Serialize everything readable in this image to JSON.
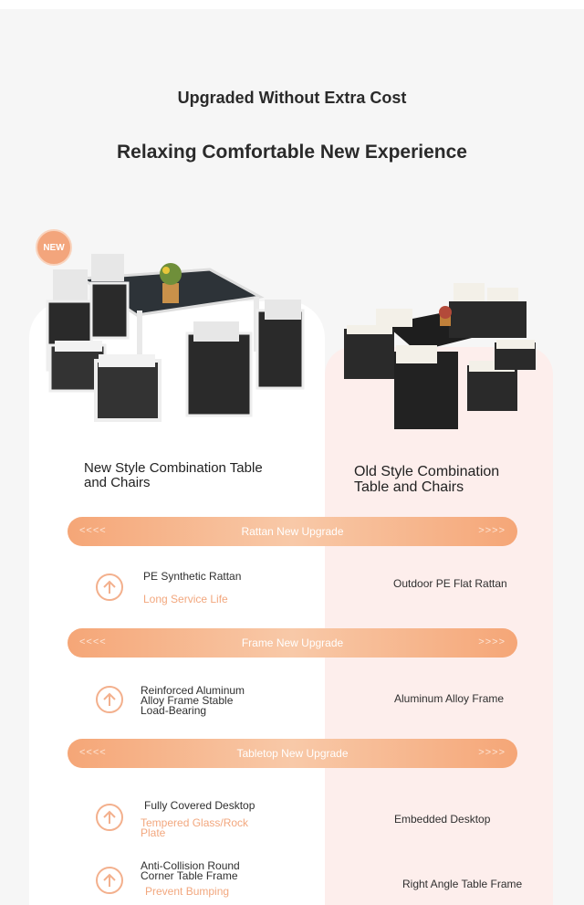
{
  "header": {
    "line1": "Upgraded Without Extra Cost",
    "line2": "Relaxing Comfortable New Experience"
  },
  "badge": {
    "label": "NEW"
  },
  "columns": {
    "new_title": "New Style Combination Table and Chairs",
    "old_title": "Old Style Combination Table and Chairs"
  },
  "bars": [
    {
      "label": "Rattan New Upgrade",
      "left_arrows": "<<<<",
      "right_arrows": ">>>>"
    },
    {
      "label": "Frame New Upgrade",
      "left_arrows": "<<<<",
      "right_arrows": ">>>>"
    },
    {
      "label": "Tabletop New Upgrade",
      "left_arrows": "<<<<",
      "right_arrows": ">>>>"
    }
  ],
  "features": [
    {
      "new": "PE Synthetic Rattan",
      "sub": "Long Service Life",
      "old": "Outdoor PE Flat Rattan"
    },
    {
      "new": "Reinforced Aluminum Alloy Frame Stable Load-Bearing",
      "sub": "",
      "old": "Aluminum Alloy Frame"
    },
    {
      "new": "Fully Covered Desktop",
      "sub": "Tempered Glass/Rock Plate",
      "old": "Embedded Desktop"
    },
    {
      "new": "Anti-Collision Round Corner Table Frame",
      "sub": "Prevent Bumping",
      "old": "Right Angle Table Frame"
    }
  ],
  "colors": {
    "accent": "#f5a677",
    "old_bg": "#fdeeec"
  },
  "icons": [
    "arrow-up-circle-icon"
  ]
}
